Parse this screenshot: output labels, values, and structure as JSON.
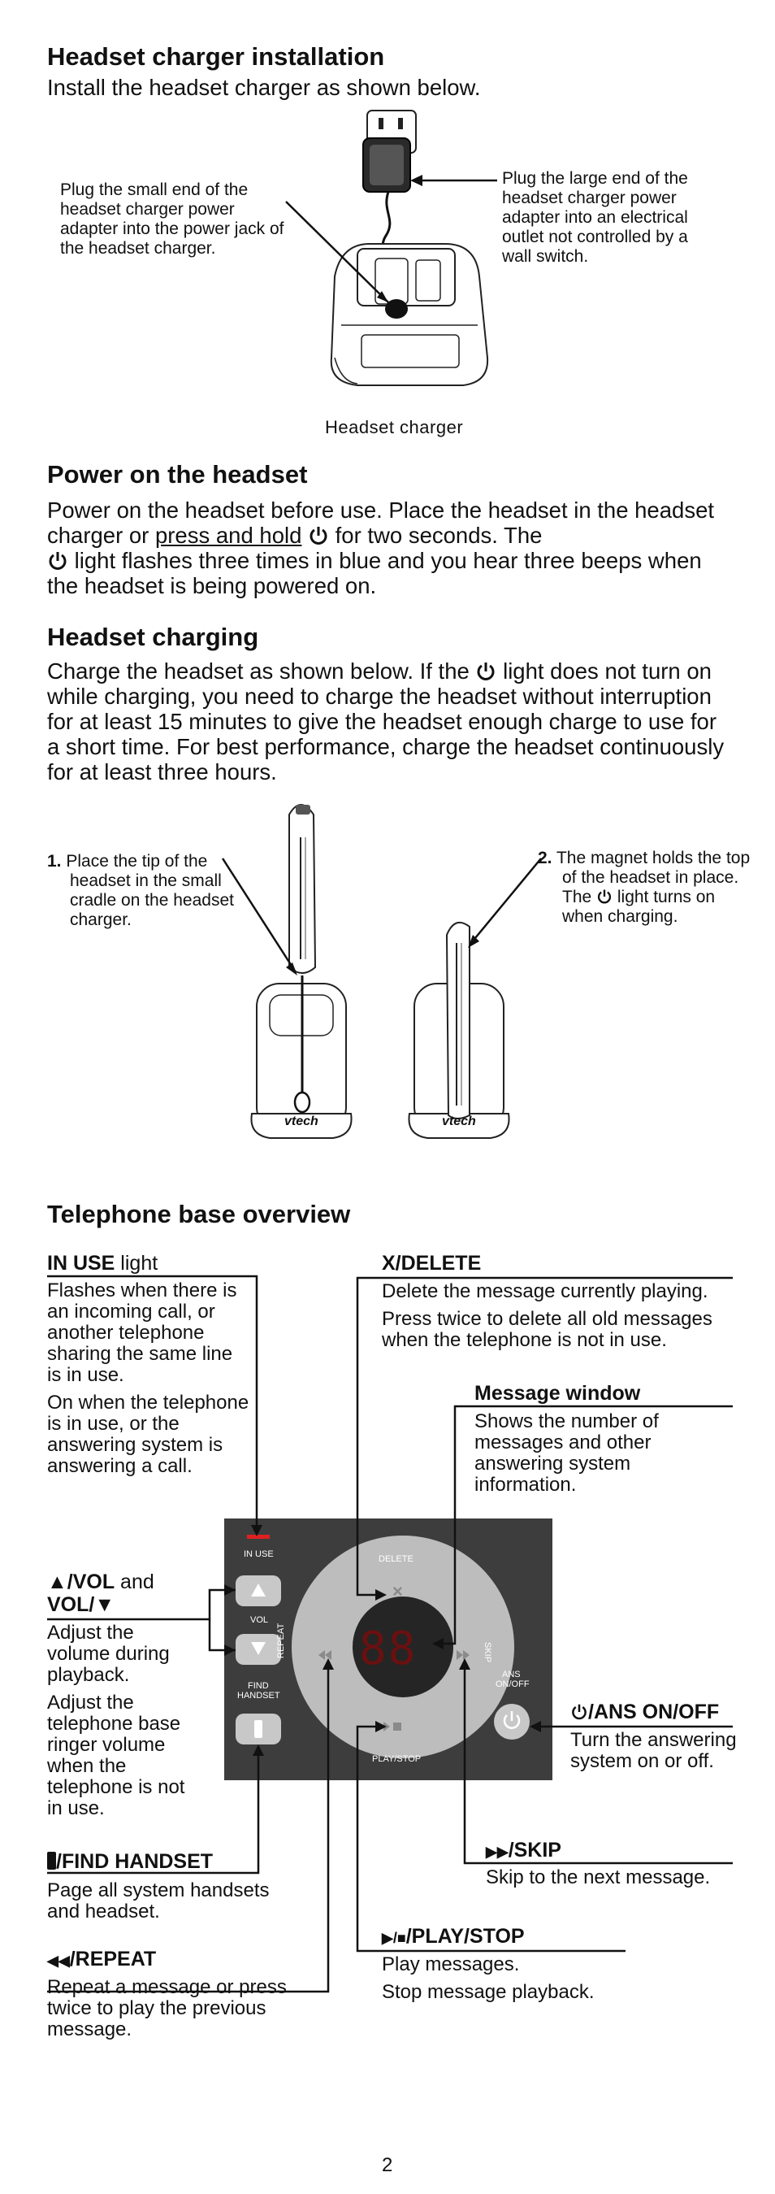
{
  "section1": {
    "heading": "Headset charger installation",
    "intro": "Install the headset charger as shown below.",
    "callout_left": "Plug the small end of the headset charger power adapter into the power jack of the headset charger.",
    "callout_right": "Plug the large end of the headset charger power adapter into an electrical outlet not controlled by a wall switch.",
    "caption": "Headset charger"
  },
  "section2": {
    "heading": "Power on the headset",
    "text_a": "Power on the headset before use. Place the headset in the headset charger or ",
    "text_link": "press and hold",
    "text_b": " for two seconds. The",
    "text_c": " light flashes three times in blue and you hear three beeps when the headset is being powered on."
  },
  "section3": {
    "heading": "Headset charging",
    "text_a": "Charge the headset as shown below. If the ",
    "text_b": " light does not turn on while charging, you need to charge the headset without interruption for at least 15 minutes to give the headset enough charge to use for a short time. For best performance, charge the headset continuously for at least three hours.",
    "step1_num": "1.",
    "step1_text": "Place the tip of the headset in the small cradle on the headset charger.",
    "step2_num": "2.",
    "step2_text_a": "The magnet holds the top of the headset in place. The ",
    "step2_text_b": " light turns on when charging.",
    "brand": "vtech"
  },
  "section4": {
    "heading": "Telephone base overview",
    "in_use_title": "IN USE",
    "in_use_suffix": " light",
    "in_use_p1": "Flashes when there is an incoming call, or another telephone sharing the same line is in use.",
    "in_use_p2": "On when the telephone is in use, or the answering system is answering a call.",
    "vol_title_a": "/VOL",
    "vol_title_and": " and",
    "vol_title_b": "VOL/",
    "vol_p1": "Adjust the volume during playback.",
    "vol_p2": "Adjust the telephone base ringer volume when the telephone is not in use.",
    "find_title": "/FIND HANDSET",
    "find_p1": "Page all system handsets and headset.",
    "repeat_title": "/REPEAT",
    "repeat_p1": "Repeat a message or press twice to play the previous message.",
    "delete_title": "X/DELETE",
    "delete_p1": "Delete the message currently playing.",
    "delete_p2": "Press twice to delete all old messages when the telephone is not in use.",
    "msgwin_title": "Message window",
    "msgwin_p1": "Shows the number of messages and other answering system information.",
    "ans_title": "/ANS ON/OFF",
    "ans_p1": "Turn the answering system on or off.",
    "skip_title": "/SKIP",
    "skip_p1": "Skip to the next message.",
    "play_title": "/PLAY/STOP",
    "play_p1": "Play messages.",
    "play_p2": "Stop message playback.",
    "base_labels": {
      "in_use": "IN USE",
      "delete": "DELETE",
      "vol": "VOL",
      "repeat": "REPEAT",
      "skip": "SKIP",
      "ans": "ANS",
      "onoff": "ON/OFF",
      "find": "FIND",
      "handset": "HANDSET",
      "playstop": "PLAY/STOP",
      "display": "88"
    }
  },
  "page_number": "2",
  "colors": {
    "base_panel": "#3d3d3d",
    "in_use_led": "#e02020",
    "display_digits": "#6a1010"
  }
}
